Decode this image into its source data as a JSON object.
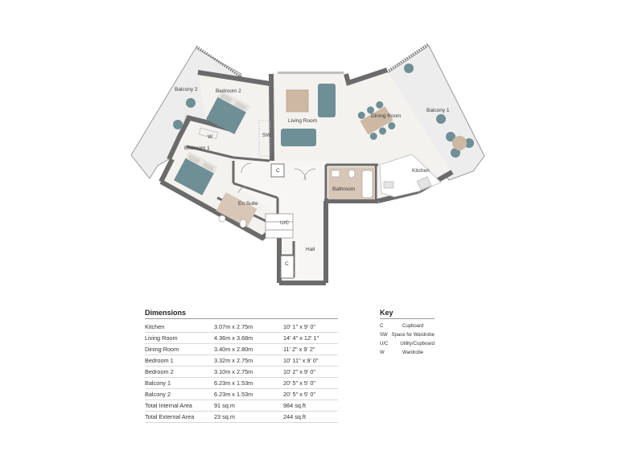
{
  "rooms": {
    "balcony2": "Balcony 2",
    "bedroom2": "Bedroom 2",
    "w": "W",
    "bedroom1": "Bedroom 1",
    "sw": "SW",
    "living_room": "Living Room",
    "dining_room": "Dining Room",
    "balcony1": "Balcony 1",
    "kitchen": "Kitchen",
    "c1": "C",
    "c2": "C",
    "bathroom": "Bathroom",
    "en_suite": "En Suite",
    "uc": "U/C",
    "hall": "Hall"
  },
  "dimensions": {
    "title": "Dimensions",
    "rows": [
      {
        "room": "Kitchen",
        "metric": "3.07m x 2.75m",
        "imperial": "10' 1\" x 9' 0\""
      },
      {
        "room": "Living Room",
        "metric": "4.36m x 3.68m",
        "imperial": "14' 4\" x 12' 1\""
      },
      {
        "room": "Dining Room",
        "metric": "3.40m x 2.80m",
        "imperial": "11' 2\" x 9' 2\""
      },
      {
        "room": "Bedroom 1",
        "metric": "3.32m x 2.75m",
        "imperial": "10' 11\" x 9' 0\""
      },
      {
        "room": "Bedroom 2",
        "metric": "3.10m x 2.75m",
        "imperial": "10' 2\" x 9' 0\""
      },
      {
        "room": "Balcony 1",
        "metric": "6.23m x 1.53m",
        "imperial": "20' 5\" x 5' 0\""
      },
      {
        "room": "Balcony 2",
        "metric": "6.23m x 1.53m",
        "imperial": "20' 5\" x 5' 0\""
      },
      {
        "room": "Total Internal Area",
        "metric": "91 sq.m",
        "imperial": "984 sq.ft"
      },
      {
        "room": "Total External Area",
        "metric": "23 sq.m",
        "imperial": "244 sq.ft"
      }
    ]
  },
  "key": {
    "title": "Key",
    "rows": [
      {
        "code": "C",
        "meaning": "Cupboard"
      },
      {
        "code": "SW",
        "meaning": "Space for Wardrobe"
      },
      {
        "code": "U/C",
        "meaning": "Utility/Cupboard"
      },
      {
        "code": "W",
        "meaning": "Wardrobe"
      }
    ]
  },
  "colors": {
    "wall": "#6b6b6b",
    "floor": "#f3f1ee",
    "furniture": "#6f8f96",
    "furniture_light": "#9fb6bb",
    "wood": "#cdb8a4",
    "balcony": "#ececec"
  }
}
